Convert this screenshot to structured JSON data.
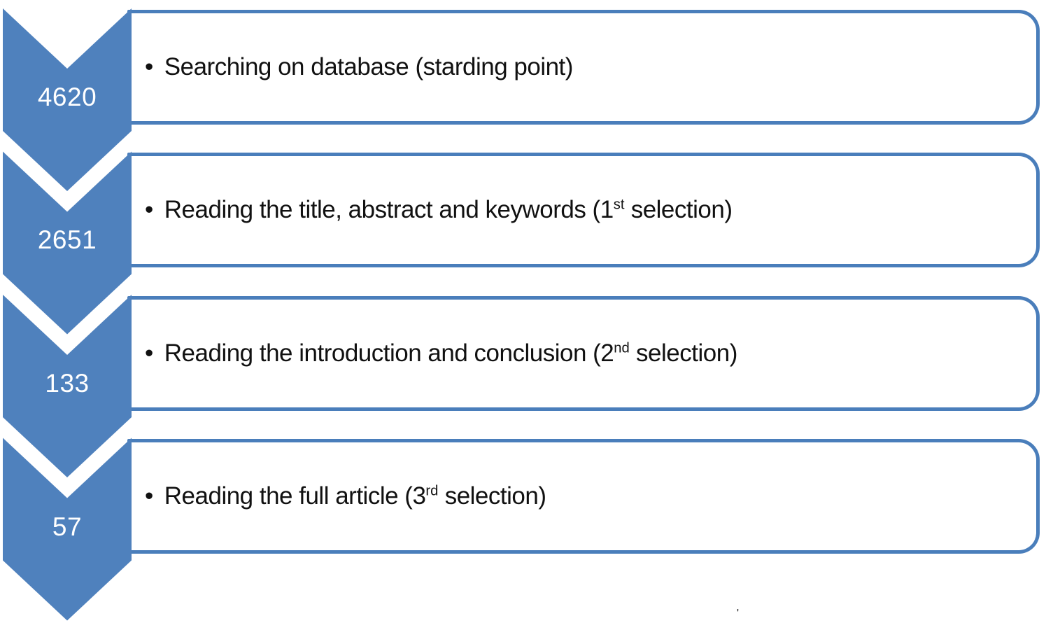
{
  "diagram": {
    "type": "vertical-chevron-process-funnel",
    "accent_color": "#4f81bd",
    "box_border_color": "#4a7ebb",
    "bullet": "•",
    "stray_mark": "'"
  },
  "steps": [
    {
      "count": "4620",
      "text_pre": "Searching on database (starding point)",
      "text_sup": "",
      "text_post": ""
    },
    {
      "count": "2651",
      "text_pre": "Reading the title, abstract and keywords (1",
      "text_sup": "st",
      "text_post": " selection)"
    },
    {
      "count": "133",
      "text_pre": "Reading the introduction and conclusion (2",
      "text_sup": "nd",
      "text_post": " selection)"
    },
    {
      "count": "57",
      "text_pre": "Reading the full article (3",
      "text_sup": "rd",
      "text_post": " selection)"
    }
  ]
}
